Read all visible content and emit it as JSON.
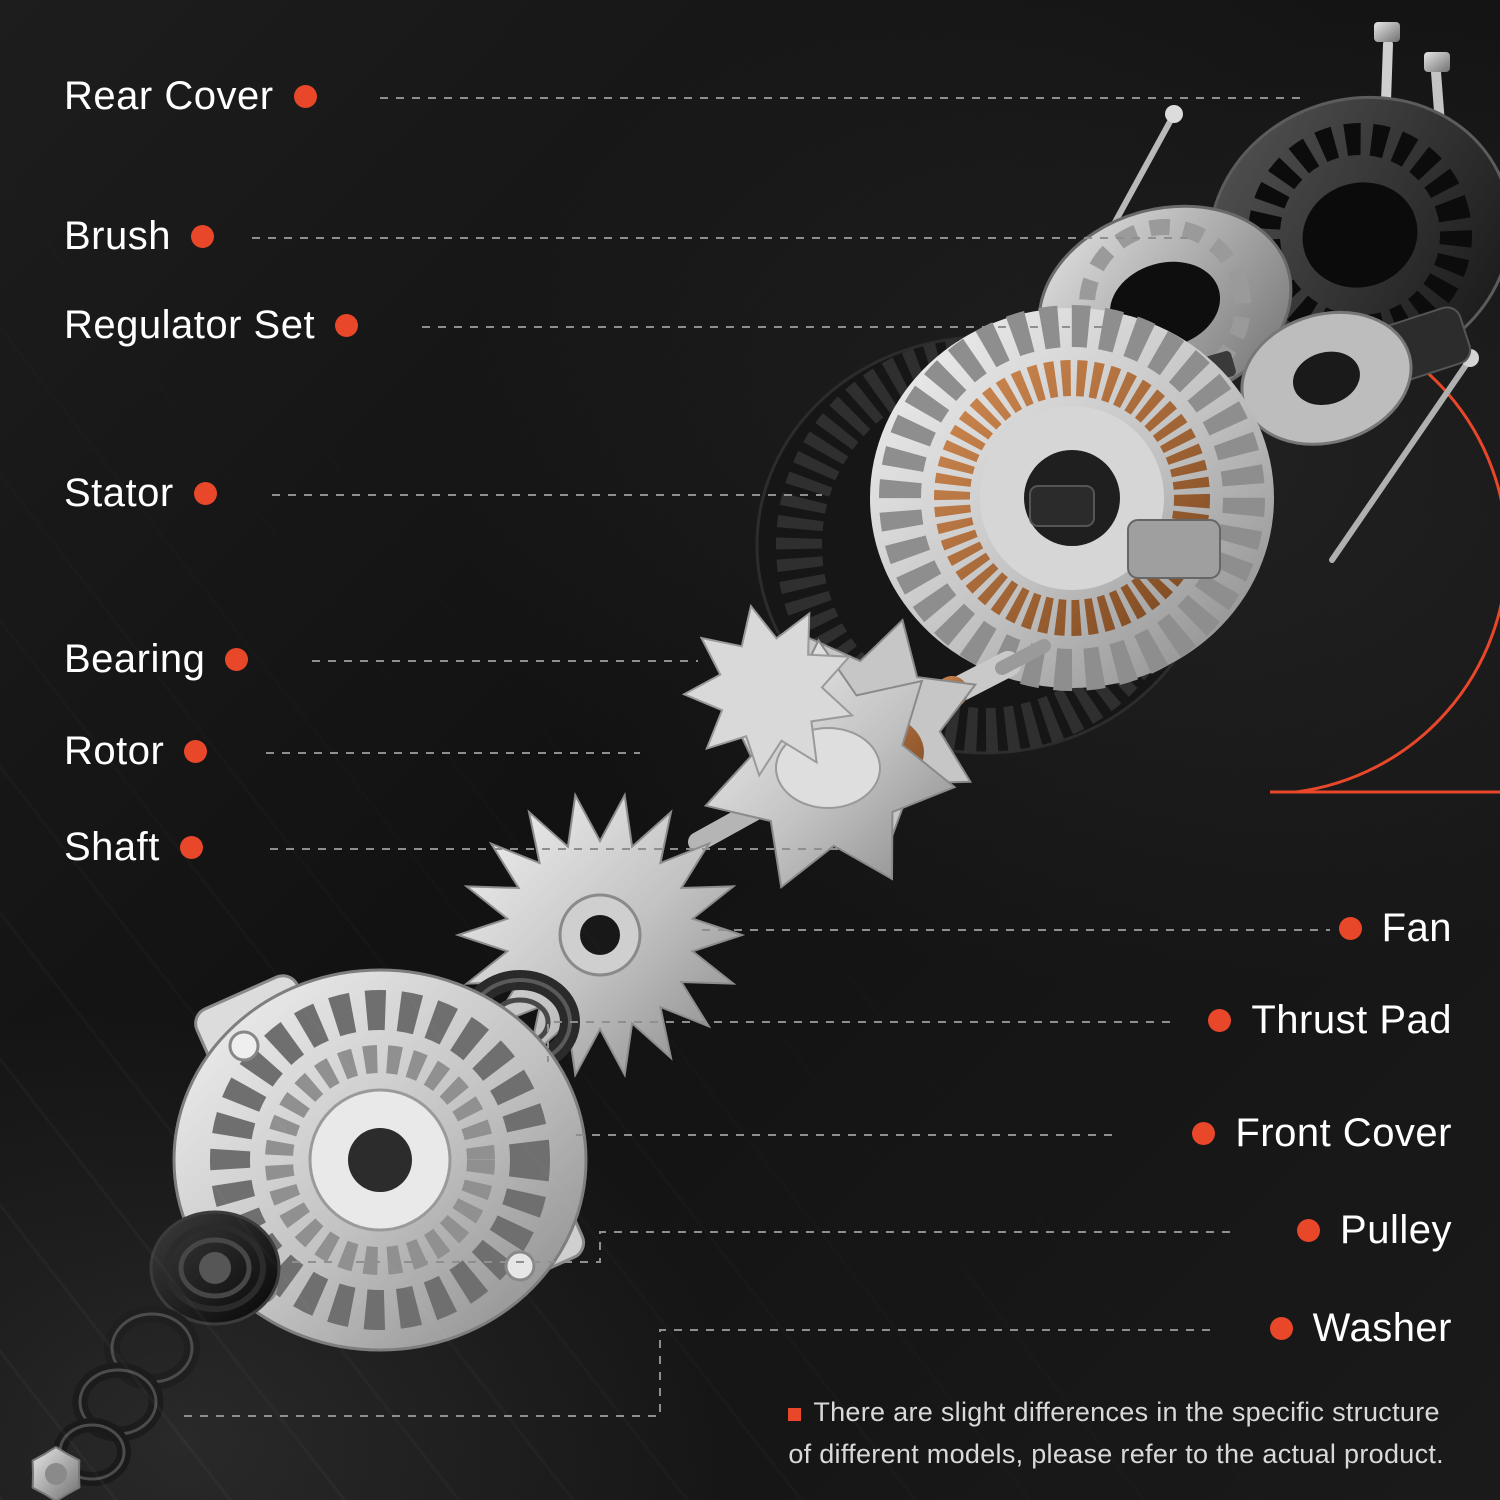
{
  "diagram": {
    "type": "exploded-parts-diagram",
    "subject": "alternator",
    "labels_left": [
      "Rear Cover",
      "Brush",
      "Regulator Set",
      "Stator",
      "Bearing",
      "Rotor",
      "Shaft"
    ],
    "labels_right": [
      "Fan",
      "Thrust Pad",
      "Front Cover",
      "Pulley",
      "Washer"
    ],
    "disclaimer": {
      "line1": "There are slight differences in the specific structure",
      "line2": "of different models, please refer to the actual product."
    },
    "colors": {
      "accent": "#e8472a",
      "background": "#141414",
      "label_text": "#ffffff",
      "leader_line": "#8f8f8f",
      "disclaimer_text": "#d9d9d9"
    },
    "icons": [
      "label-dot",
      "disclaimer-bullet-square"
    ]
  }
}
